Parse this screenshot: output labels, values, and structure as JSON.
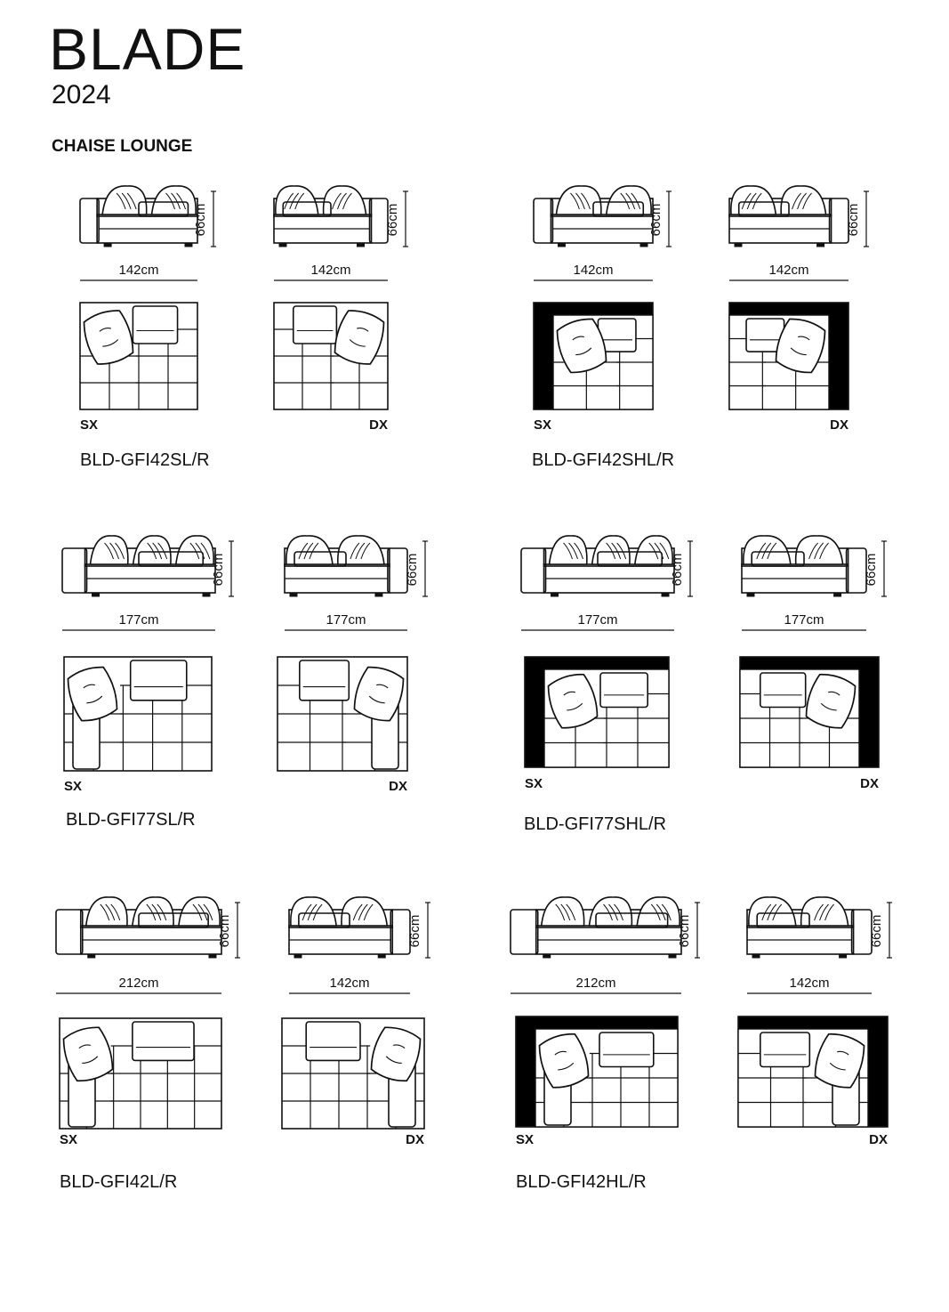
{
  "header": {
    "brand": "BLADE",
    "year": "2024",
    "section": "CHAISE LOUNGE"
  },
  "labels": {
    "left": "SX",
    "right": "DX"
  },
  "colors": {
    "line": "#111111",
    "fill_dark": "#000000",
    "background": "#ffffff"
  },
  "models": [
    {
      "code": "BLD-GFI42SL/R",
      "width_left": "142cm",
      "width_right": "142cm",
      "height": "66cm",
      "backed": false,
      "extended": false,
      "wide": false
    },
    {
      "code": "BLD-GFI42SHL/R",
      "width_left": "142cm",
      "width_right": "142cm",
      "height": "66cm",
      "backed": true,
      "extended": false,
      "wide": false
    },
    {
      "code": "BLD-GFI77SL/R",
      "width_left": "177cm",
      "width_right": "177cm",
      "height": "66cm",
      "backed": false,
      "extended": true,
      "wide": false
    },
    {
      "code": "BLD-GFI77SHL/R",
      "width_left": "177cm",
      "width_right": "177cm",
      "height": "66cm",
      "backed": true,
      "extended": false,
      "wide": false
    },
    {
      "code": "BLD-GFI42L/R",
      "width_left": "212cm",
      "width_right": "142cm",
      "height": "66cm",
      "backed": false,
      "extended": true,
      "wide": true
    },
    {
      "code": "BLD-GFI42HL/R",
      "width_left": "212cm",
      "width_right": "142cm",
      "height": "66cm",
      "backed": true,
      "extended": true,
      "wide": true
    }
  ]
}
